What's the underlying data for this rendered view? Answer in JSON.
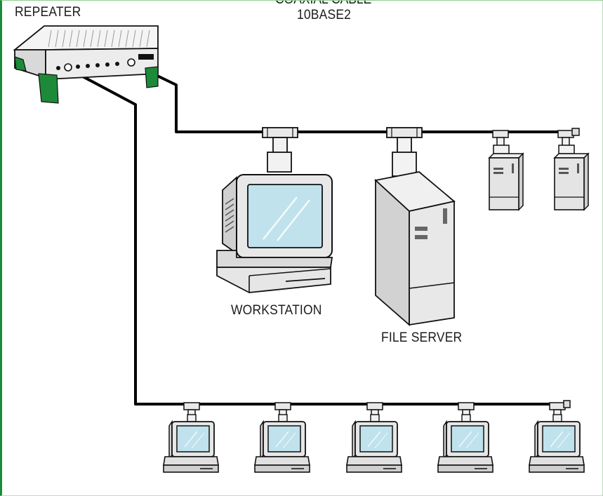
{
  "labels": {
    "repeater": "REPEATER",
    "network_type": "10BASE2",
    "network_type_above": "COAXIAL CABLE",
    "workstation": "WORKSTATION",
    "file_server": "FILE SERVER"
  },
  "colors": {
    "accent_green": "#1d8a3a",
    "screen_blue": "#bfe2ec",
    "device_gray": "#e3e3e3",
    "line_black": "#000000"
  },
  "icons": [
    "repeater-hub-icon",
    "t-connector-icon",
    "terminator-icon",
    "workstation-icon",
    "file-server-icon",
    "tower-pc-icon",
    "desktop-pc-icon"
  ]
}
